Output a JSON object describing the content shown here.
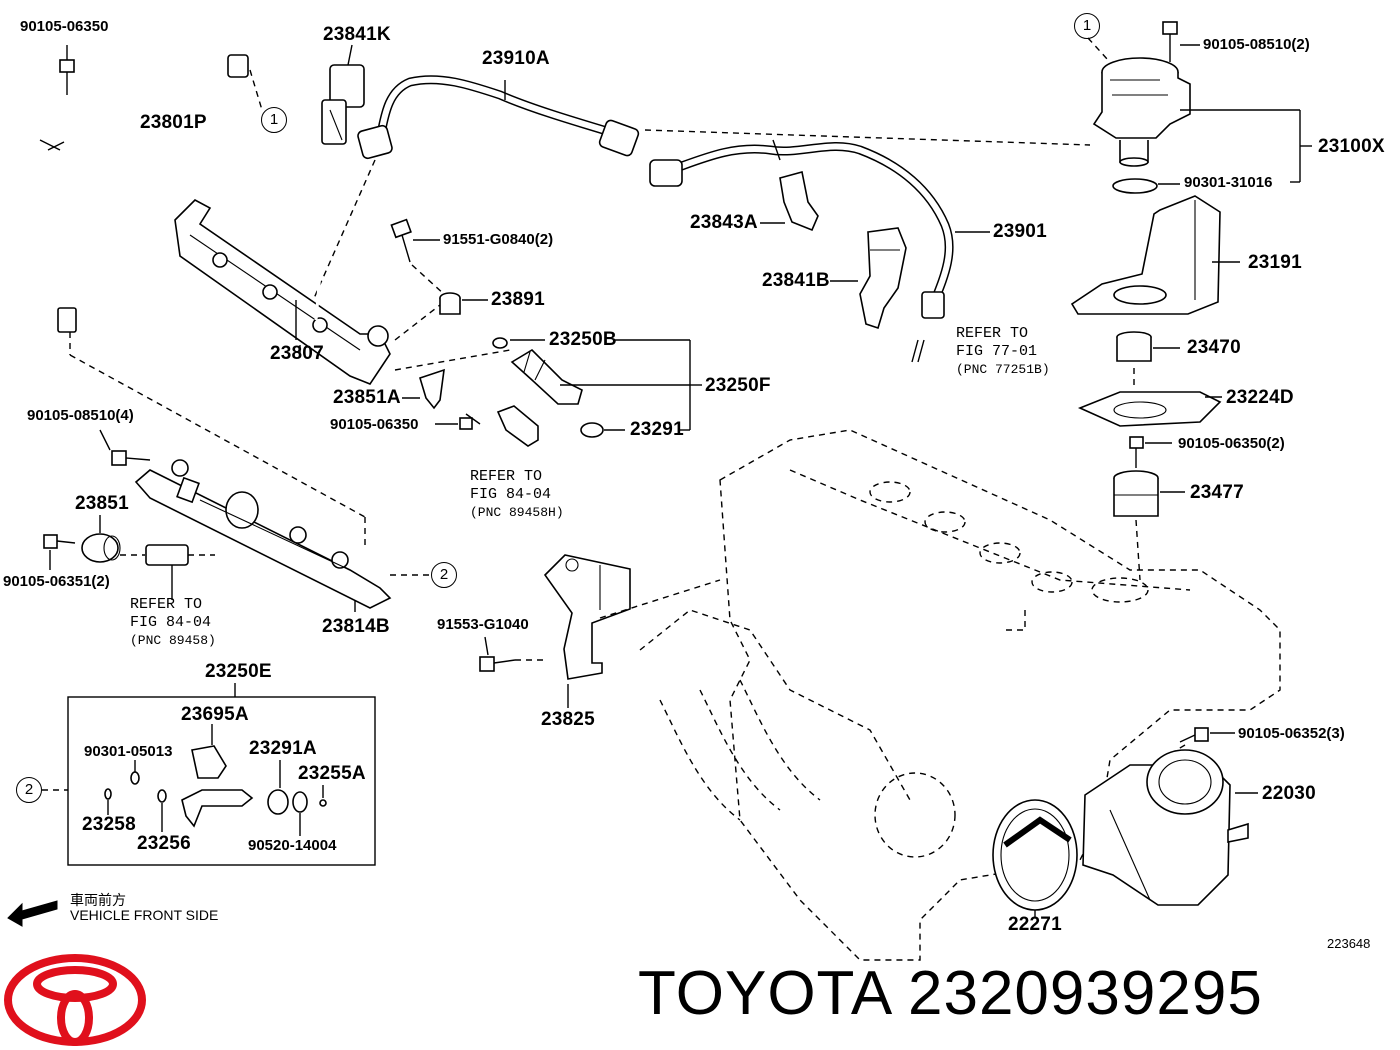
{
  "diagram": {
    "labels": {
      "p90105_06350_top": "90105-06350",
      "p23841K": "23841K",
      "p23910A": "23910A",
      "p23801P": "23801P",
      "p90105_08510_2": "90105-08510(2)",
      "p23100X": "23100X",
      "p90301_31016": "90301-31016",
      "p23191": "23191",
      "p23843A": "23843A",
      "p23901": "23901",
      "p23841B": "23841B",
      "p91551_G0840": "91551-G0840(2)",
      "p23891": "23891",
      "p23807": "23807",
      "p23250B": "23250B",
      "p23250F": "23250F",
      "p23851A": "23851A",
      "p90105_06350_mid": "90105-06350",
      "p23291": "23291",
      "p23470": "23470",
      "p23224D": "23224D",
      "p90105_06350_2": "90105-06350(2)",
      "p23477": "23477",
      "p90105_08510_4": "90105-08510(4)",
      "p23851": "23851",
      "p90105_06351_2": "90105-06351(2)",
      "p23814B": "23814B",
      "p91553_G1040": "91553-G1040",
      "p23825": "23825",
      "p23250E": "23250E",
      "p23695A": "23695A",
      "p90301_05013": "90301-05013",
      "p23291A": "23291A",
      "p23255A": "23255A",
      "p23258": "23258",
      "p23256": "23256",
      "p90520_14004": "90520-14004",
      "p90105_06352_3": "90105-06352(3)",
      "p22030": "22030",
      "p22271": "22271"
    },
    "refs": {
      "ref_77_01": [
        "REFER  TO",
        "FIG  77-01",
        "(PNC  77251B)"
      ],
      "ref_84_04_a": [
        "REFER  TO",
        "FIG  84-04",
        "(PNC  89458H)"
      ],
      "ref_84_04_b": [
        "REFER  TO",
        "FIG  84-04",
        "(PNC  89458)"
      ]
    },
    "callouts": {
      "c1_top": "1",
      "c1_left": "1",
      "c2_mid": "2",
      "c2_box": "2"
    },
    "front": {
      "jp": "車両前方",
      "en": "VEHICLE FRONT SIDE"
    },
    "figure_id": "223648"
  },
  "brand": {
    "name": "TOYOTA 2320939295",
    "logo_color": "#e0101c"
  }
}
